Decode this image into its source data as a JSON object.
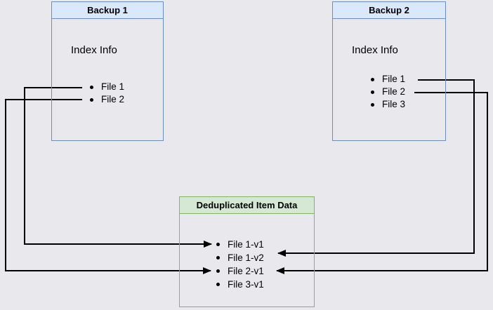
{
  "diagram": {
    "backup1": {
      "title": "Backup 1",
      "subtitle": "Index Info",
      "files": [
        "File 1",
        "File 2"
      ]
    },
    "backup2": {
      "title": "Backup 2",
      "subtitle": "Index Info",
      "files": [
        "File 1",
        "File 2",
        "File 3"
      ]
    },
    "dedup": {
      "title": "Deduplicated Item Data",
      "items": [
        "File 1-v1",
        "File 1-v2",
        "File 2-v1",
        "File 3-v1"
      ]
    },
    "connections": [
      {
        "from": "Backup 1 / File 1",
        "to": "File 1-v1"
      },
      {
        "from": "Backup 1 / File 2",
        "to": "File 2-v1"
      },
      {
        "from": "Backup 2 / File 1",
        "to": "File 1-v2"
      },
      {
        "from": "Backup 2 / File 2",
        "to": "File 2-v1"
      }
    ],
    "colors": {
      "background": "#e8e8ed",
      "blue_box_border": "#6c8ebf",
      "blue_box_header_fill": "#dae8fc",
      "green_box_border": "#82b366",
      "green_box_header_fill": "#d5e8d4",
      "connector": "#000000",
      "text": "#000000"
    }
  }
}
